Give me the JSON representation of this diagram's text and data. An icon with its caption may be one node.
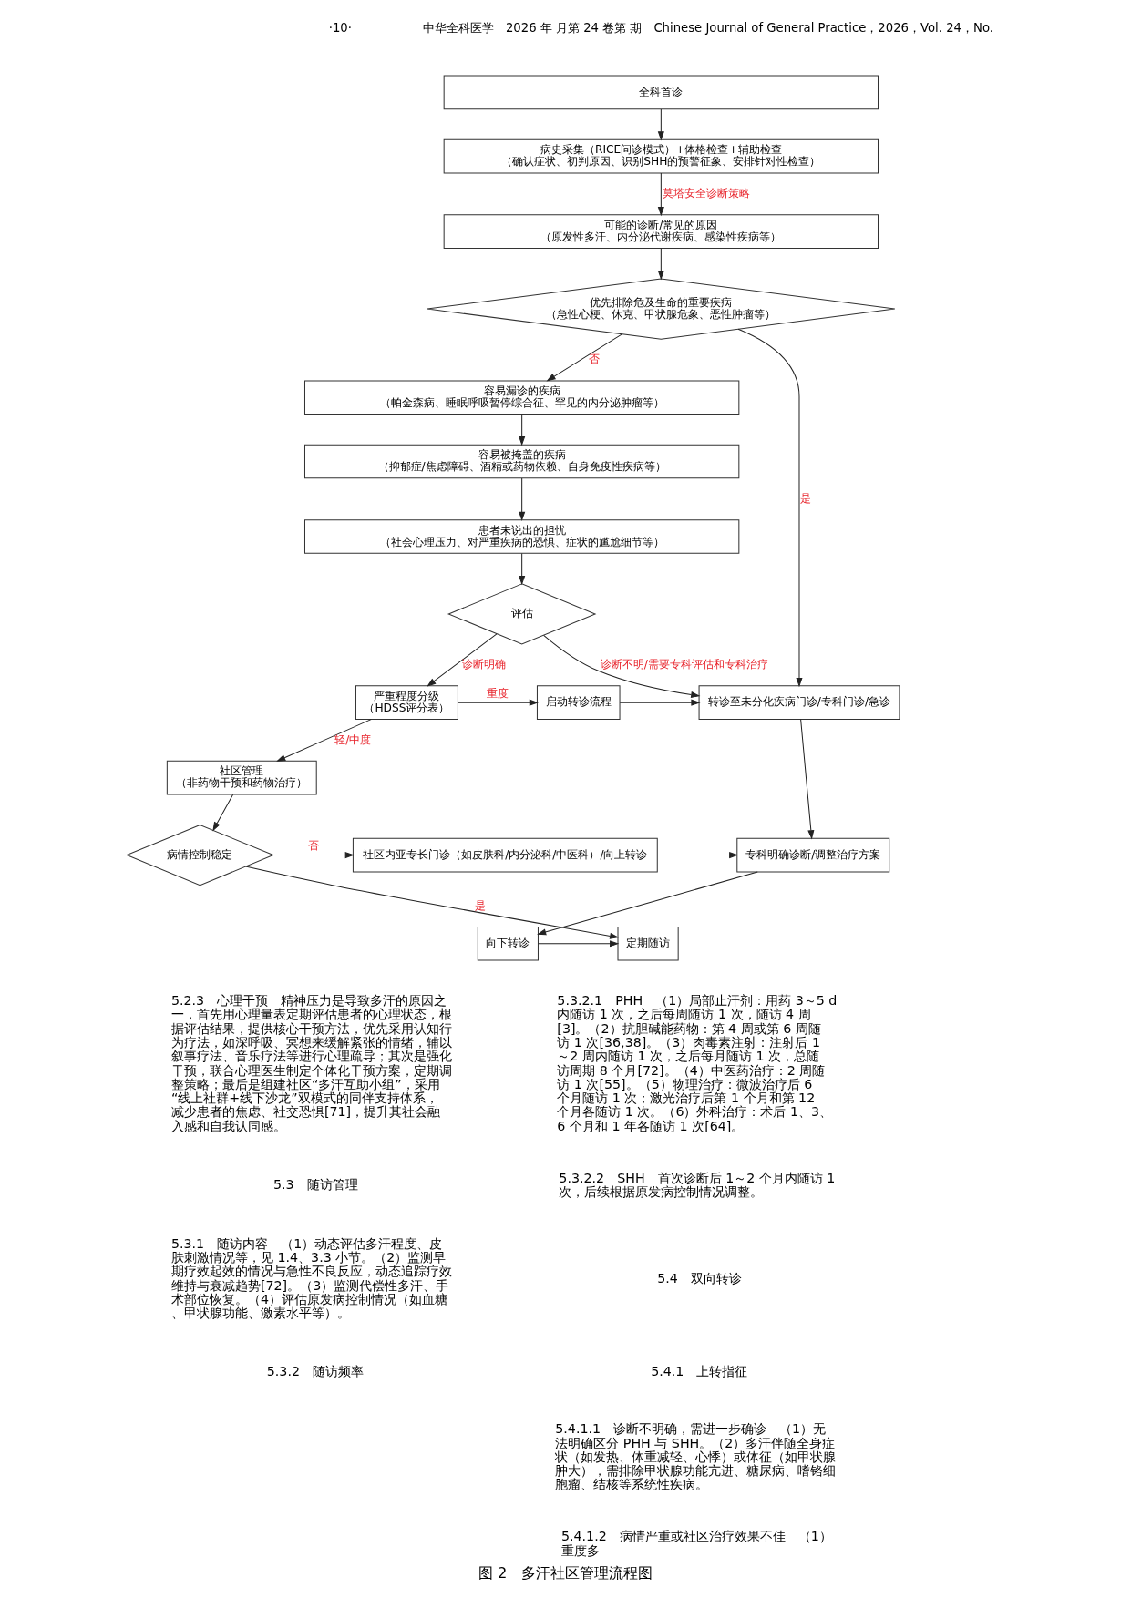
{
  "diagram": {
    "caption": "图 2　多汗社区管理流程图",
    "nodes": [
      {
        "text": [
          "全科首诊"
        ]
      },
      {
        "text": [
          "病史采集（RICE问诊模式）+体格检查+辅助检查",
          "（确认症状、初判原因、识别SHH的预警征象、安排针对性检查）"
        ]
      },
      {
        "text": [
          "可能的诊断/常见的原因",
          "（原发性多汗、内分泌代谢疾病、感染性疾病等）"
        ]
      },
      {
        "text": [
          "优先排除危及生命的重要疾病",
          "（急性心梗、休克、甲状腺危象、恶性肿瘤等）"
        ]
      },
      {
        "text": [
          "容易漏诊的疾病",
          "（帕金森病、睡眠呼吸暂停综合征、罕见的内分泌肿瘤等）"
        ]
      },
      {
        "text": [
          "容易被掩盖的疾病",
          "（抑郁症/焦虑障碍、酒精或药物依赖、自身免疫性疾病等）"
        ]
      },
      {
        "text": [
          "患者未说出的担忧",
          "（社会心理压力、对严重疾病的恐惧、症状的尴尬细节等）"
        ]
      },
      {
        "text": [
          "评估"
        ]
      },
      {
        "text": [
          "转诊至未分化疾病门诊/专科门诊/急诊"
        ]
      },
      {
        "text": [
          "启动转诊流程"
        ]
      },
      {
        "text": [
          "严重程度分级",
          "（HDSS评分表）"
        ]
      },
      {
        "text": [
          "社区管理",
          "（非药物干预和药物治疗）"
        ]
      },
      {
        "text": [
          "病情控制稳定"
        ]
      },
      {
        "text": [
          "社区内亚专长门诊（如皮肤科/内分泌科/中医科）/向上转诊"
        ]
      },
      {
        "text": [
          "专科明确诊断/调整治疗方案"
        ]
      },
      {
        "text": [
          "向下转诊"
        ]
      },
      {
        "text": [
          "定期随访"
        ]
      }
    ],
    "edges": [
      {
        "from": 0,
        "to": 1,
        "arrow": "to"
      },
      {
        "from": 1,
        "to": 2,
        "arrow": "to",
        "label": "莫塔安全诊断策略"
      },
      {
        "from": 2,
        "to": 3,
        "arrow": "to"
      },
      {
        "from": 3,
        "to": 8,
        "arrow": "to",
        "label": "是"
      },
      {
        "from": 3,
        "to": 4,
        "arrow": "to",
        "label": "否"
      },
      {
        "from": 4,
        "to": 5,
        "arrow": "to"
      },
      {
        "from": 5,
        "to": 6,
        "arrow": "to"
      },
      {
        "from": 6,
        "to": 7,
        "arrow": "to"
      },
      {
        "from": 7,
        "to": 8,
        "arrow": "to",
        "label": "诊断不明/需要专科评估和专科治疗"
      },
      {
        "from": 7,
        "to": 10,
        "arrow": "to",
        "label": "诊断明确"
      },
      {
        "from": 10,
        "to": 9,
        "arrow": "to",
        "label": "重度"
      },
      {
        "from": 9,
        "to": 8,
        "arrow": "to"
      },
      {
        "from": 10,
        "to": 11,
        "arrow": "to",
        "label": "轻/中度"
      },
      {
        "from": 11,
        "to": 12,
        "arrow": "to"
      },
      {
        "from": 12,
        "to": 13,
        "arrow": "to",
        "label": "否"
      },
      {
        "from": 13,
        "to": 14,
        "arrow": "to"
      },
      {
        "from": 12,
        "to": 16,
        "arrow": "to",
        "label": "是"
      },
      {
        "from": 8,
        "to": 14,
        "arrow": "to"
      },
      {
        "from": 14,
        "to": 15,
        "arrow": "to"
      },
      {
        "from": 15,
        "to": 16,
        "arrow": "to"
      }
    ],
    "labels": [
      "·10·",
      "中华全科医学　2026 年 月第 24 卷第 期　Chinese Journal of General Practice，2026，Vol. 24，No.",
      "5.2.3　心理干预　精神压力是导致多汗的原因之一，首先用心理量表定期评估患者的心理状态，根据评估结果，提供核心干预方法，优先采用认知行为疗法，如深呼吸、冥想来缓解紧张的情绪，辅以叙事疗法、音乐疗法等进行心理疏导；其次是强化干预，联合心理医生制定个体化干预方案，定期调整策略；最后是组建社区“多汗互助小组”，采用“线上社群+线下沙龙”双模式的同伴支持体系，减少患者的焦虑、社交恐惧[71]，提升其社会融入感和自我认同感。",
      "5.3　随访管理",
      "5.3.1　随访内容　（1）动态评估多汗程度、皮肤刺激情况等，见 1.4、3.3 小节。（2）监测早期疗效起效的情况与急性不良反应，动态追踪疗效维持与衰减趋势[72]。（3）监测代偿性多汗、手术部位恢复。（4）评估原发病控制情况（如血糖、甲状腺功能、激素水平等）。",
      "5.3.2　随访频率",
      "5.3.2.1　PHH　（1）局部止汗剂：用药 3～5 d 内随访 1 次，之后每周随访 1 次，随访 4 周[3]。（2）抗胆碱能药物：第 4 周或第 6 周随访 1 次[36,38]。（3）肉毒素注射：注射后 1～2 周内随访 1 次，之后每月随访 1 次，总随访周期 8 个月[72]。（4）中医药治疗：2 周随访 1 次[55]。（5）物理治疗：微波治疗后 6 个月随访 1 次；激光治疗后第 1 个月和第 12 个月各随访 1 次。（6）外科治疗：术后 1、3、6 个月和 1 年各随访 1 次[64]。",
      "5.3.2.2　SHH　首次诊断后 1～2 个月内随访 1 次，后续根据原发病控制情况调整。",
      "5.4　双向转诊",
      "5.4.1　上转指征",
      "5.4.1.1　诊断不明确，需进一步确诊　（1）无法明确区分 PHH 与 SHH。（2）多汗伴随全身症状（如发热、体重减轻、心悸）或体征（如甲状腺肿大），需排除甲状腺功能亢进、糖尿病、嗜铬细胞瘤、结核等系统性疾病。",
      "5.4.1.2　病情严重或社区治疗效果不佳　（1）重度多"
    ]
  }
}
